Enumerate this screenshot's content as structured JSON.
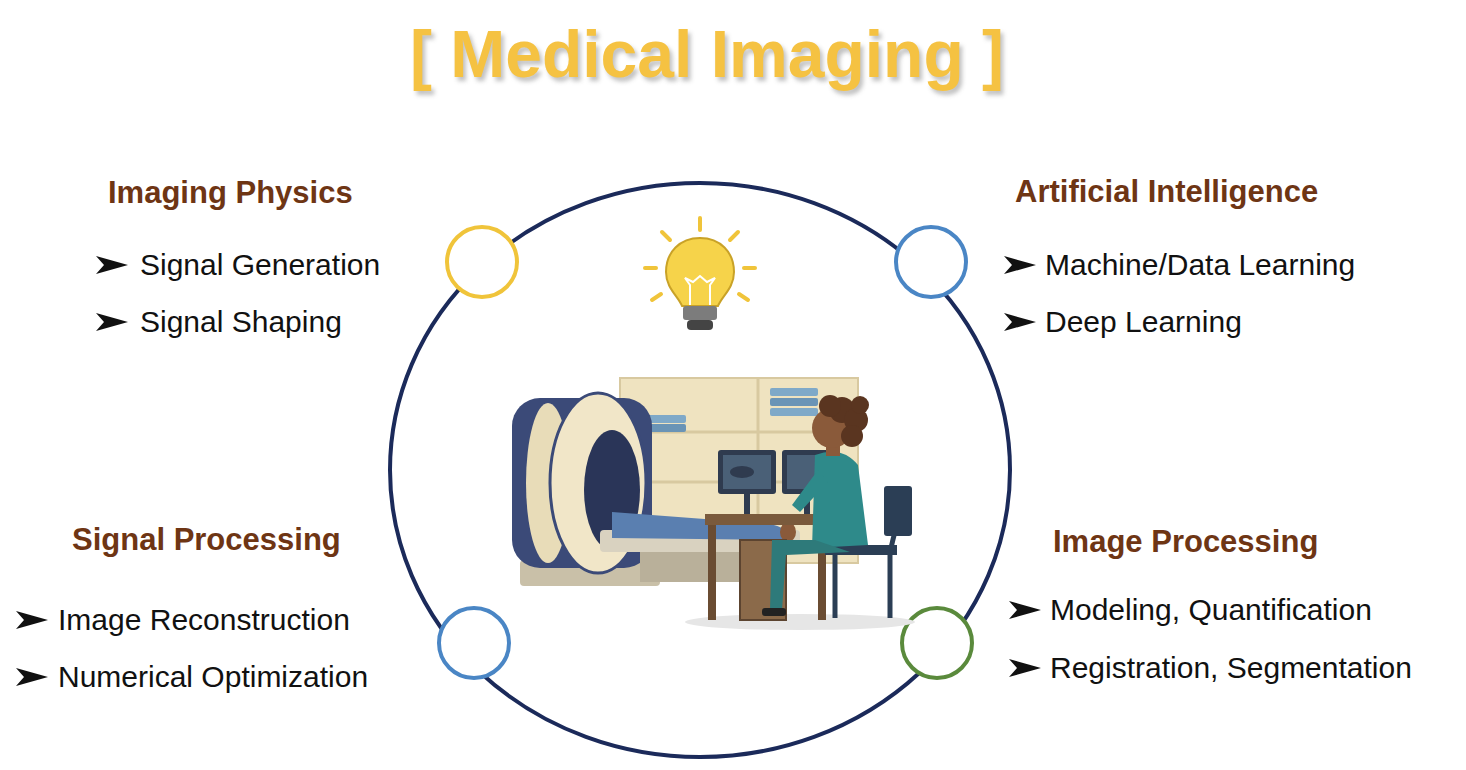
{
  "diagram": {
    "title": "[ Medical Imaging ]",
    "labels": [
      "Imaging Physics",
      "Signal Generation",
      "Signal Shaping",
      "Artificial Intelligence",
      "Machine/Data Learning",
      "Deep Learning",
      "Signal Processing",
      "Image Reconstruction",
      "Numerical Optimization",
      "Image Processing",
      "Modeling, Quantification",
      "Registration, Segmentation"
    ]
  }
}
